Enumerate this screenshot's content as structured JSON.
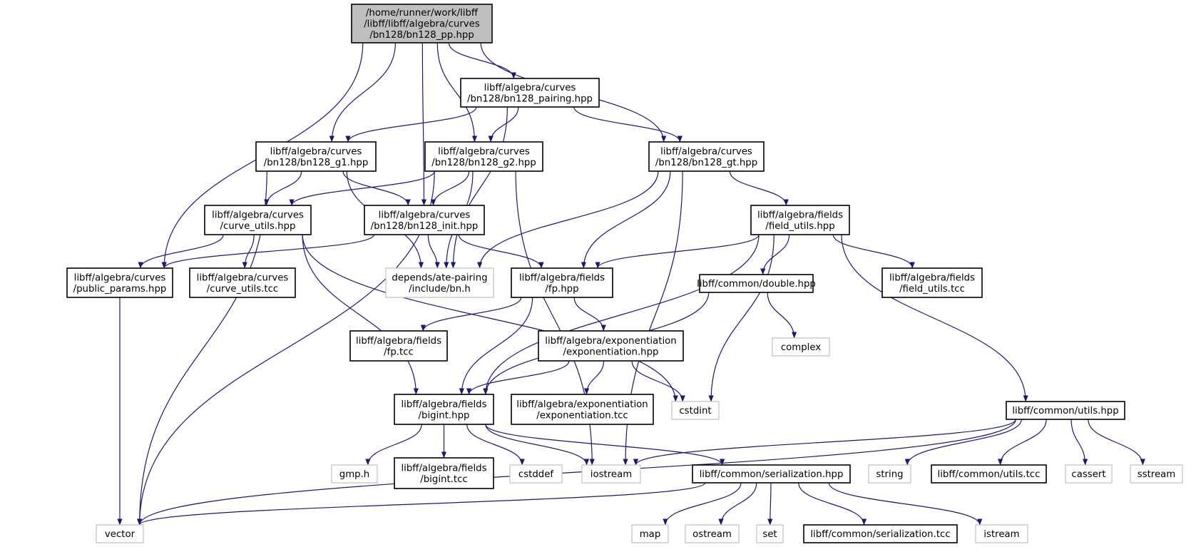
{
  "diagram": {
    "type": "include-dependency-graph",
    "colors": {
      "root_fill": "#bfbfbf",
      "node_border": "#000000",
      "system_border": "#c0c0c0",
      "edge": "#191970",
      "background": "#ffffff"
    },
    "nodes": [
      {
        "id": "root",
        "kind": "root",
        "lines": [
          "/home/runner/work/libff",
          "/libff/libff/algebra/curves",
          "/bn128/bn128_pp.hpp"
        ]
      },
      {
        "id": "pairing",
        "kind": "file",
        "lines": [
          "libff/algebra/curves",
          "/bn128/bn128_pairing.hpp"
        ]
      },
      {
        "id": "g1",
        "kind": "file",
        "lines": [
          "libff/algebra/curves",
          "/bn128/bn128_g1.hpp"
        ]
      },
      {
        "id": "g2",
        "kind": "file",
        "lines": [
          "libff/algebra/curves",
          "/bn128/bn128_g2.hpp"
        ]
      },
      {
        "id": "gt",
        "kind": "file",
        "lines": [
          "libff/algebra/curves",
          "/bn128/bn128_gt.hpp"
        ]
      },
      {
        "id": "curve_utils",
        "kind": "file",
        "lines": [
          "libff/algebra/curves",
          "/curve_utils.hpp"
        ]
      },
      {
        "id": "init",
        "kind": "file",
        "lines": [
          "libff/algebra/curves",
          "/bn128/bn128_init.hpp"
        ]
      },
      {
        "id": "field_utils",
        "kind": "file",
        "lines": [
          "libff/algebra/fields",
          "/field_utils.hpp"
        ]
      },
      {
        "id": "public_params",
        "kind": "file",
        "lines": [
          "libff/algebra/curves",
          "/public_params.hpp"
        ]
      },
      {
        "id": "curve_utils_tcc",
        "kind": "file",
        "lines": [
          "libff/algebra/curves",
          "/curve_utils.tcc"
        ]
      },
      {
        "id": "bn_h",
        "kind": "system",
        "lines": [
          "depends/ate-pairing",
          "/include/bn.h"
        ]
      },
      {
        "id": "fp",
        "kind": "file",
        "lines": [
          "libff/algebra/fields",
          "/fp.hpp"
        ]
      },
      {
        "id": "double",
        "kind": "file",
        "lines": [
          "libff/common/double.hpp"
        ]
      },
      {
        "id": "field_utils_tcc",
        "kind": "file",
        "lines": [
          "libff/algebra/fields",
          "/field_utils.tcc"
        ]
      },
      {
        "id": "fp_tcc",
        "kind": "file",
        "lines": [
          "libff/algebra/fields",
          "/fp.tcc"
        ]
      },
      {
        "id": "exponentiation",
        "kind": "file",
        "lines": [
          "libff/algebra/exponentiation",
          "/exponentiation.hpp"
        ]
      },
      {
        "id": "complex",
        "kind": "system",
        "lines": [
          "complex"
        ]
      },
      {
        "id": "bigint",
        "kind": "file",
        "lines": [
          "libff/algebra/fields",
          "/bigint.hpp"
        ]
      },
      {
        "id": "exponentiation_tcc",
        "kind": "file",
        "lines": [
          "libff/algebra/exponentiation",
          "/exponentiation.tcc"
        ]
      },
      {
        "id": "cstdint",
        "kind": "system",
        "lines": [
          "cstdint"
        ]
      },
      {
        "id": "utils",
        "kind": "file",
        "lines": [
          "libff/common/utils.hpp"
        ]
      },
      {
        "id": "gmp",
        "kind": "system",
        "lines": [
          "gmp.h"
        ]
      },
      {
        "id": "bigint_tcc",
        "kind": "file",
        "lines": [
          "libff/algebra/fields",
          "/bigint.tcc"
        ]
      },
      {
        "id": "cstddef",
        "kind": "system",
        "lines": [
          "cstddef"
        ]
      },
      {
        "id": "iostream",
        "kind": "system",
        "lines": [
          "iostream"
        ]
      },
      {
        "id": "serialization",
        "kind": "file",
        "lines": [
          "libff/common/serialization.hpp"
        ]
      },
      {
        "id": "string",
        "kind": "system",
        "lines": [
          "string"
        ]
      },
      {
        "id": "utils_tcc",
        "kind": "file",
        "lines": [
          "libff/common/utils.tcc"
        ]
      },
      {
        "id": "cassert",
        "kind": "system",
        "lines": [
          "cassert"
        ]
      },
      {
        "id": "sstream",
        "kind": "system",
        "lines": [
          "sstream"
        ]
      },
      {
        "id": "vector",
        "kind": "system",
        "lines": [
          "vector"
        ]
      },
      {
        "id": "map",
        "kind": "system",
        "lines": [
          "map"
        ]
      },
      {
        "id": "ostream",
        "kind": "system",
        "lines": [
          "ostream"
        ]
      },
      {
        "id": "set",
        "kind": "system",
        "lines": [
          "set"
        ]
      },
      {
        "id": "serialization_tcc",
        "kind": "file",
        "lines": [
          "libff/common/serialization.tcc"
        ]
      },
      {
        "id": "istream",
        "kind": "system",
        "lines": [
          "istream"
        ]
      }
    ],
    "edges": [
      {
        "from": "root",
        "to": "pairing"
      },
      {
        "from": "root",
        "to": "g1"
      },
      {
        "from": "root",
        "to": "g2"
      },
      {
        "from": "root",
        "to": "gt"
      },
      {
        "from": "root",
        "to": "init"
      },
      {
        "from": "root",
        "to": "public_params"
      },
      {
        "from": "pairing",
        "to": "g1"
      },
      {
        "from": "pairing",
        "to": "g2"
      },
      {
        "from": "pairing",
        "to": "gt"
      },
      {
        "from": "pairing",
        "to": "bn_h"
      },
      {
        "from": "g1",
        "to": "curve_utils"
      },
      {
        "from": "g1",
        "to": "init"
      },
      {
        "from": "g1",
        "to": "bn_h"
      },
      {
        "from": "g1",
        "to": "vector"
      },
      {
        "from": "g2",
        "to": "curve_utils"
      },
      {
        "from": "g2",
        "to": "init"
      },
      {
        "from": "g2",
        "to": "bn_h"
      },
      {
        "from": "g2",
        "to": "vector"
      },
      {
        "from": "g2",
        "to": "iostream"
      },
      {
        "from": "gt",
        "to": "field_utils"
      },
      {
        "from": "gt",
        "to": "fp"
      },
      {
        "from": "gt",
        "to": "bn_h"
      },
      {
        "from": "gt",
        "to": "iostream"
      },
      {
        "from": "curve_utils",
        "to": "public_params"
      },
      {
        "from": "curve_utils",
        "to": "curve_utils_tcc"
      },
      {
        "from": "curve_utils",
        "to": "bigint"
      },
      {
        "from": "curve_utils",
        "to": "cstdint"
      },
      {
        "from": "init",
        "to": "bn_h"
      },
      {
        "from": "init",
        "to": "fp"
      },
      {
        "from": "init",
        "to": "public_params"
      },
      {
        "from": "field_utils",
        "to": "fp"
      },
      {
        "from": "field_utils",
        "to": "bigint"
      },
      {
        "from": "field_utils",
        "to": "double"
      },
      {
        "from": "field_utils",
        "to": "field_utils_tcc"
      },
      {
        "from": "field_utils",
        "to": "cstdint"
      },
      {
        "from": "field_utils",
        "to": "utils"
      },
      {
        "from": "public_params",
        "to": "vector"
      },
      {
        "from": "fp",
        "to": "fp_tcc"
      },
      {
        "from": "fp",
        "to": "exponentiation"
      },
      {
        "from": "fp",
        "to": "bigint"
      },
      {
        "from": "double",
        "to": "complex"
      },
      {
        "from": "double",
        "to": "bigint"
      },
      {
        "from": "exponentiation",
        "to": "bigint"
      },
      {
        "from": "exponentiation",
        "to": "exponentiation_tcc"
      },
      {
        "from": "exponentiation",
        "to": "cstdint"
      },
      {
        "from": "bigint",
        "to": "gmp"
      },
      {
        "from": "bigint",
        "to": "bigint_tcc"
      },
      {
        "from": "bigint",
        "to": "cstddef"
      },
      {
        "from": "bigint",
        "to": "iostream"
      },
      {
        "from": "bigint",
        "to": "serialization"
      },
      {
        "from": "utils",
        "to": "iostream"
      },
      {
        "from": "utils",
        "to": "vector"
      },
      {
        "from": "utils",
        "to": "string"
      },
      {
        "from": "utils",
        "to": "utils_tcc"
      },
      {
        "from": "utils",
        "to": "cassert"
      },
      {
        "from": "utils",
        "to": "sstream"
      },
      {
        "from": "serialization",
        "to": "vector"
      },
      {
        "from": "serialization",
        "to": "map"
      },
      {
        "from": "serialization",
        "to": "ostream"
      },
      {
        "from": "serialization",
        "to": "set"
      },
      {
        "from": "serialization",
        "to": "serialization_tcc"
      },
      {
        "from": "serialization",
        "to": "istream"
      }
    ]
  }
}
